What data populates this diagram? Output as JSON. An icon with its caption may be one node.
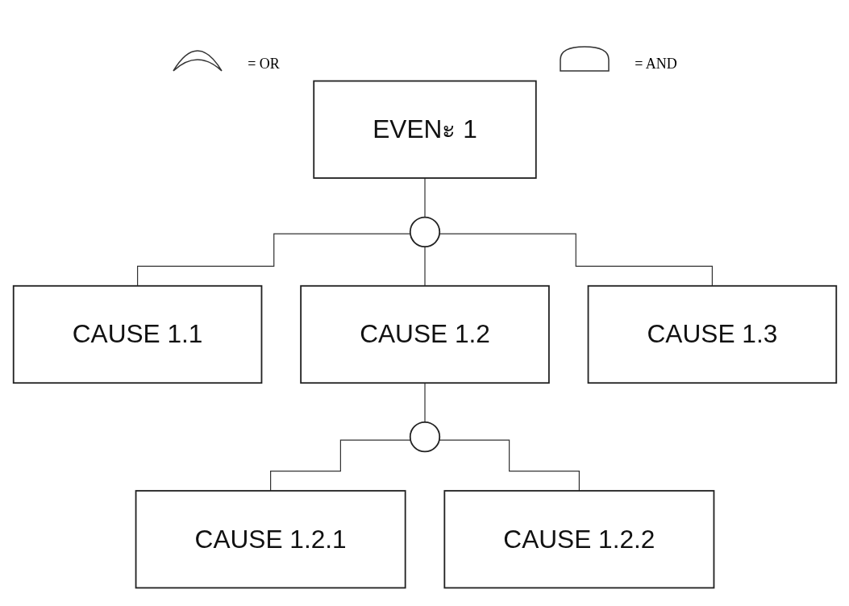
{
  "diagram": {
    "nodes": [
      {
        "text": [
          "EVENะ 1"
        ]
      },
      {
        "text": [],
        "shape": "crescent"
      },
      {
        "text": [
          "CAUSE 1.1"
        ]
      },
      {
        "text": [
          "CAUSE 1.2"
        ]
      },
      {
        "text": [
          "CAUSE 1.3"
        ]
      },
      {
        "text": [],
        "shape": "crescent"
      },
      {
        "text": [
          "CAUSE 1.2.1"
        ]
      },
      {
        "text": [
          "CAUSE 1.2.2"
        ]
      }
    ],
    "edges": [
      {
        "from": 0,
        "to": 1,
        "arrow": "none"
      },
      {
        "from": 1,
        "to": 2,
        "arrow": "none"
      },
      {
        "from": 1,
        "to": 3,
        "arrow": "none"
      },
      {
        "from": 1,
        "to": 4,
        "arrow": "none"
      },
      {
        "from": 3,
        "to": 5,
        "arrow": "none"
      },
      {
        "from": 5,
        "to": 6,
        "arrow": "none"
      },
      {
        "from": 5,
        "to": 7,
        "arrow": "none"
      }
    ],
    "legend": [
      {
        "text": "= OR"
      },
      {
        "text": "= AND"
      }
    ]
  }
}
